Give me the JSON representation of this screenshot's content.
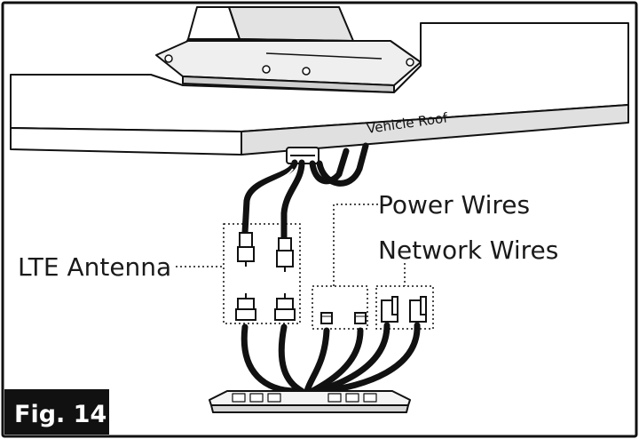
{
  "labels": {
    "vehicle_roof": "Vehicle Roof",
    "power_wires": "Power Wires",
    "network_wires": "Network Wires",
    "lte_antenna": "LTE Antenna"
  },
  "figure": {
    "badge": "Fig. 14"
  }
}
